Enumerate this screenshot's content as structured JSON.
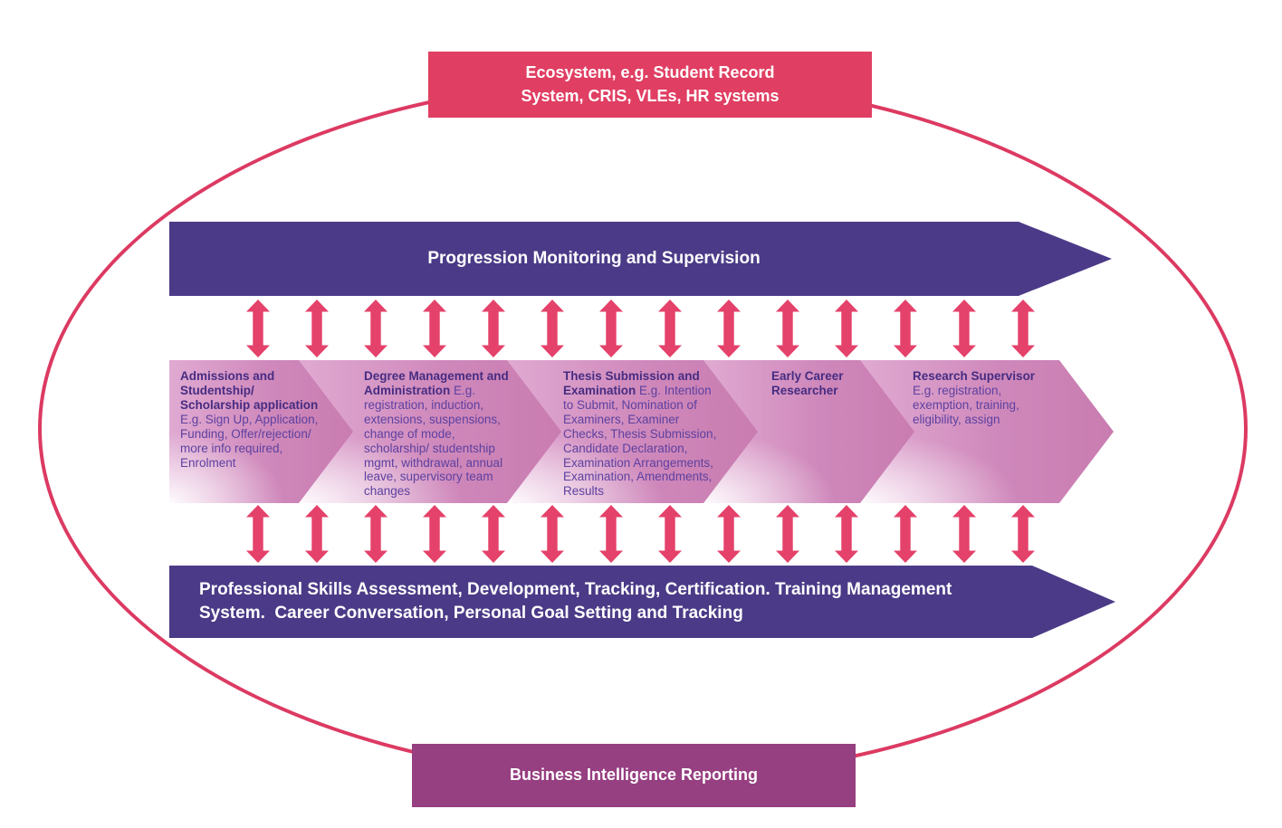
{
  "colors": {
    "ellipse_stroke": "#dc3a62",
    "ecosystem_box": "#e03e62",
    "bi_box": "#963f81",
    "banner_purple": "#4b3a87",
    "connector_arrow_pink": "#e4426b",
    "chevron_pink": "#cf88bb",
    "chevron_heading_text": "#462c82",
    "chevron_body_text": "#5d41a0"
  },
  "ecosystem_box": {
    "label": "Ecosystem, e.g. Student Record\nSystem, CRIS, VLEs, HR systems"
  },
  "top_banner": {
    "label": "Progression Monitoring and Supervision"
  },
  "bottom_banner": {
    "label": "Professional Skills Assessment, Development, Tracking, Certification. Training Management\nSystem.  Career Conversation, Personal Goal Setting and Tracking"
  },
  "bi_box": {
    "label": "Business Intelligence Reporting"
  },
  "chevrons": [
    {
      "heading": "Admissions and Studentship/ Scholarship application",
      "detail": "E.g. Sign Up, Application, Funding, Offer/rejection/ more info required, Enrolment"
    },
    {
      "heading": "Degree Management and Administration",
      "detail": "E.g. registration, induction, extensions, suspensions, change of mode, scholarship/ studentship mgmt, withdrawal, annual leave, supervisory team changes"
    },
    {
      "heading": "Thesis Submission and Examination",
      "detail": "E.g. Intention to Submit, Nomination of Examiners, Examiner Checks, Thesis Submission, Candidate Declaration, Examination Arrangements, Examination, Amendments, Results"
    },
    {
      "heading": "Early Career Researcher",
      "detail": ""
    },
    {
      "heading": "Research Supervisor",
      "detail": "E.g. registration, exemption, training, eligibility, assign"
    }
  ],
  "connector_rows": {
    "top_count": 14,
    "bottom_count": 14
  }
}
